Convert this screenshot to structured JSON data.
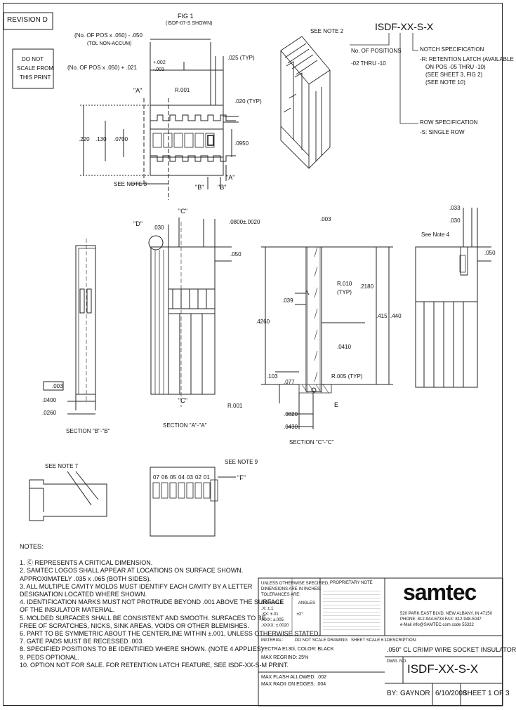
{
  "revision": "REVISION D",
  "stamp": [
    "DO NOT",
    "SCALE FROM",
    "THIS PRINT"
  ],
  "part_code": "ISDF-XX-S-X",
  "part_breakdown": {
    "positions_title": "No. OF POSITIONS",
    "positions_range": "-02 THRU -10",
    "notch_title": "NOTCH SPECIFICATION",
    "notch_lines": [
      "-R: RETENTION LATCH (AVAILABLE",
      "ON POS -05 THRU -10)",
      "(SEE SHEET 3, FIG 2)",
      "(SEE NOTE 10)"
    ],
    "row_title": "ROW SPECIFICATION",
    "row_value": "-S: SINGLE ROW"
  },
  "fig1": {
    "title": "FIG 1",
    "subtitle": "(ISDF-07-S SHOWN)",
    "dim_noncum": "(No. OF POS x .050) - .050",
    "dim_noncum_note": "(TOL NON-ACCUM)",
    "dim_overall": "(No. OF POS x .050) + .021",
    "tol_plus": "+.002",
    "tol_minus": "-.003",
    "r_label": "R.001",
    "pitch": ".025 (TYP)",
    "slot": ".020 (TYP)",
    "h1": ".220",
    "h2": ".130",
    "h3": ".0700",
    "w1": ".0950",
    "sec_a": "\"A\"",
    "sec_b": "\"B\"",
    "see_note3": "SEE NOTE 3",
    "see_note2": "SEE NOTE 2"
  },
  "section_bb": {
    "title": "SECTION \"B\"-\"B\"",
    "flat": ".003",
    "d1": ".0400",
    "d2": ".0260"
  },
  "section_aa": {
    "title": "SECTION \"A\"-\"A\"",
    "d_label": "\"D\"",
    "c_label": "\"C\"",
    "d1": ".030",
    "d2": ".0800±.0020",
    "d3": ".050",
    "r": "R.001"
  },
  "section_cc": {
    "title": "SECTION \"C\"-\"C\"",
    "flat": ".003",
    "d1": ".039",
    "r1": "R.010",
    "typ": "(TYP)",
    "d2": ".2180",
    "d3": ".415",
    "d4": ".440",
    "d5": ".4260",
    "d6": ".0410",
    "d7": ".103",
    "d8": ".077",
    "r2": "R.005 (TYP)",
    "d9": ".0820",
    "d10": ".0430",
    "e_label": "E"
  },
  "detail_right": {
    "d1": ".033",
    "d2": ".030",
    "see_note4": "See Note 4",
    "d3": ".050"
  },
  "bottom_view": {
    "see_note7": "SEE NOTE 7",
    "see_note9": "SEE NOTE 9",
    "positions": [
      "07",
      "06",
      "05",
      "04",
      "03",
      "02",
      "01"
    ],
    "f_label": "\"F\""
  },
  "notes": {
    "title": "NOTES:",
    "lines": [
      "1. Ⓒ REPRESENTS A CRITICAL DIMENSION.",
      "2. SAMTEC LOGOS SHALL APPEAR AT LOCATIONS ON SURFACE SHOWN.",
      "   APPROXIMATELY .035 x .065 (BOTH SIDES).",
      "3. ALL MULTIPLE CAVITY MOLDS MUST IDENTIFY EACH CAVITY BY A LETTER",
      "   DESIGNATION LOCATED WHERE SHOWN.",
      "4. IDENTIFICATION MARKS MUST NOT PROTRUDE BEYOND .001 ABOVE THE SURFACE",
      "   OF THE INSULATOR MATERIAL.",
      "5. MOLDED SURFACES SHALL BE CONSISTENT AND SMOOTH. SURFACES TO BE",
      "   FREE OF SCRATCHES, NICKS, SINK AREAS, VOIDS OR OTHER BLEMISHES.",
      "6. PART TO BE SYMMETRIC ABOUT THE CENTERLINE WITHIN ±.001, UNLESS OTHERWISE STATED.",
      "7. GATE PADS MUST BE RECESSED .003.",
      "8. SPECIFIED POSITIONS TO BE IDENTIFIED WHERE SHOWN. (NOTE 4 APPLIES)",
      "9. PEDS OPTIONAL.",
      "10. OPTION NOT FOR SALE. FOR RETENTION LATCH FEATURE, SEE ISDF-XX-S-M PRINT."
    ]
  },
  "title_block": {
    "tolerance_lines": [
      "UNLESS OTHERWISE SPECIFIED,",
      "DIMENSIONS ARE IN INCHES.",
      "TOLERANCES ARE:"
    ],
    "decimal_label": "DECIMALS",
    "angles_label": "ANGLES",
    "tol_values": [
      ".X: ±.1",
      ".XX: ±.01",
      ".XXX: ±.005",
      ".XXXX: ±.0020"
    ],
    "angle_value": "±2°",
    "proprietary_title": "PROPRIETARY NOTE",
    "material_label": "MATERIAL:",
    "material_lines": [
      "VECTRA E130i, COLOR: BLACK",
      "MAX REGRIND: 25%"
    ],
    "flash_lines": [
      "MAX FLASH ALLOWED: .002",
      "MAX RADII ON EDGES: .004"
    ],
    "scale_note": "DO NOT SCALE DRAWING",
    "sheet_scale": "SHEET SCALE 6:1",
    "logo": "samtec",
    "address_lines": [
      "520 PARK EAST BLVD, NEW ALBANY, IN 47150",
      "PHONE: 812-944-6733  FAX: 812-948-5047",
      "e-Mail info@SAMTEC.com  code 55322"
    ],
    "description_label": "DESCRIPTION:",
    "description": ".050\" CL CRIMP WIRE SOCKET INSULATOR",
    "dwg_label": "DWG. NO.",
    "dwg_no": "ISDF-XX-S-X",
    "by_label": "BY:",
    "by_value": "GAYNOR",
    "date": "6/10/2008",
    "sheet": "SHEET 1 OF 3"
  }
}
